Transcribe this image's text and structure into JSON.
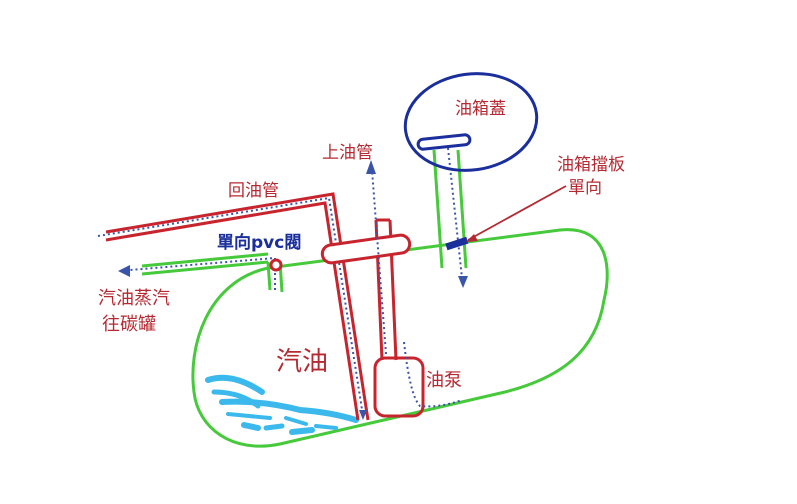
{
  "labels": {
    "tank_cap": "油箱蓋",
    "fill_pipe": "上油管",
    "return_pipe": "回油管",
    "baffle_line1": "油箱擋板",
    "baffle_line2": "單向",
    "pvc_valve": "單向pvc閥",
    "vapor_line1": "汽油蒸汽",
    "vapor_line2": "往碳罐",
    "fuel": "汽油",
    "pump": "油泵"
  },
  "colors": {
    "tank_outline": "#46c93a",
    "pipe_red": "#c8242e",
    "pipe_green": "#46c93a",
    "cap_blue": "#1a2f9c",
    "label_red": "#b52a32",
    "label_blue": "#1a2f9c",
    "flow_dots": "#3a55a8",
    "fuel_blue": "#3cb9ec"
  }
}
